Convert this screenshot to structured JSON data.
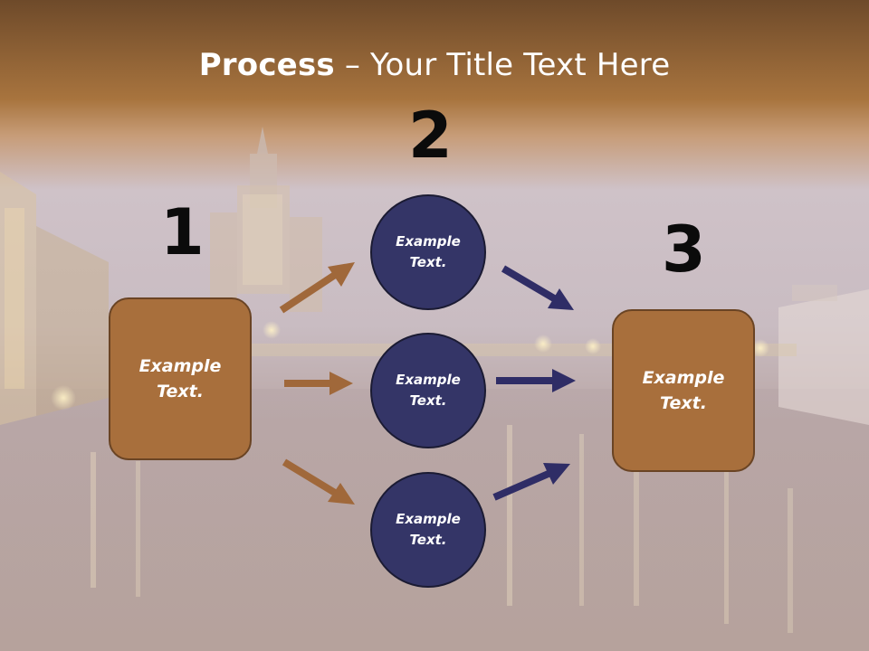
{
  "slide": {
    "title_bold": "Process",
    "title_rest": " – Your Title Text Here",
    "colors": {
      "brown": "#a86f3c",
      "navy": "#343567",
      "brown_arrow": "#a0683a",
      "navy_arrow": "#2f2d66"
    }
  },
  "steps": {
    "step1": {
      "number": "1",
      "box_text": "Example\nText."
    },
    "step2": {
      "number": "2",
      "circles": [
        "Example\nText.",
        "Example\nText.",
        "Example\nText."
      ]
    },
    "step3": {
      "number": "3",
      "box_text": "Example\nText."
    }
  }
}
